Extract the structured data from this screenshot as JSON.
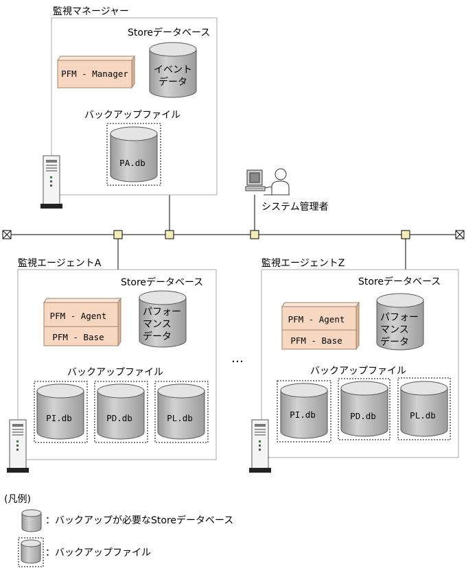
{
  "manager": {
    "label": "監視マネージャー",
    "store_label": "Storeデータベース",
    "component": "PFM - Manager",
    "store_db": [
      "イベント",
      "データ"
    ],
    "backup_label": "バックアップファイル",
    "backup_file": "PA.db"
  },
  "admin_label": "システム管理者",
  "agent_a": {
    "label": "監視エージェントA",
    "store_label": "Storeデータベース",
    "component_top": "PFM - Agent",
    "component_bottom": "PFM - Base",
    "store_db": [
      "パフォー",
      "マンス",
      "データ"
    ],
    "backup_label": "バックアップファイル",
    "backup_files": [
      "PI.db",
      "PD.db",
      "PL.db"
    ]
  },
  "agent_z": {
    "label": "監視エージェントZ",
    "store_label": "Storeデータベース",
    "component_top": "PFM - Agent",
    "component_bottom": "PFM - Base",
    "store_db": [
      "パフォー",
      "マンス",
      "データ"
    ],
    "backup_label": "バックアップファイル",
    "backup_files": [
      "PI.db",
      "PD.db",
      "PL.db"
    ]
  },
  "ellipsis": "…",
  "legend": {
    "title": "(凡例)",
    "store_item": "：バックアップが必要なStoreデータベース",
    "backup_item": "：バックアップファイル"
  },
  "colors": {
    "component_fill": "#f7d7bf",
    "component_stroke": "#a0806a",
    "cylinder_body": "#b4b4b4",
    "cylinder_top": "#e4e4e4",
    "node_fill": "#f3eeb8",
    "box_stroke": "#a8a8a8"
  }
}
